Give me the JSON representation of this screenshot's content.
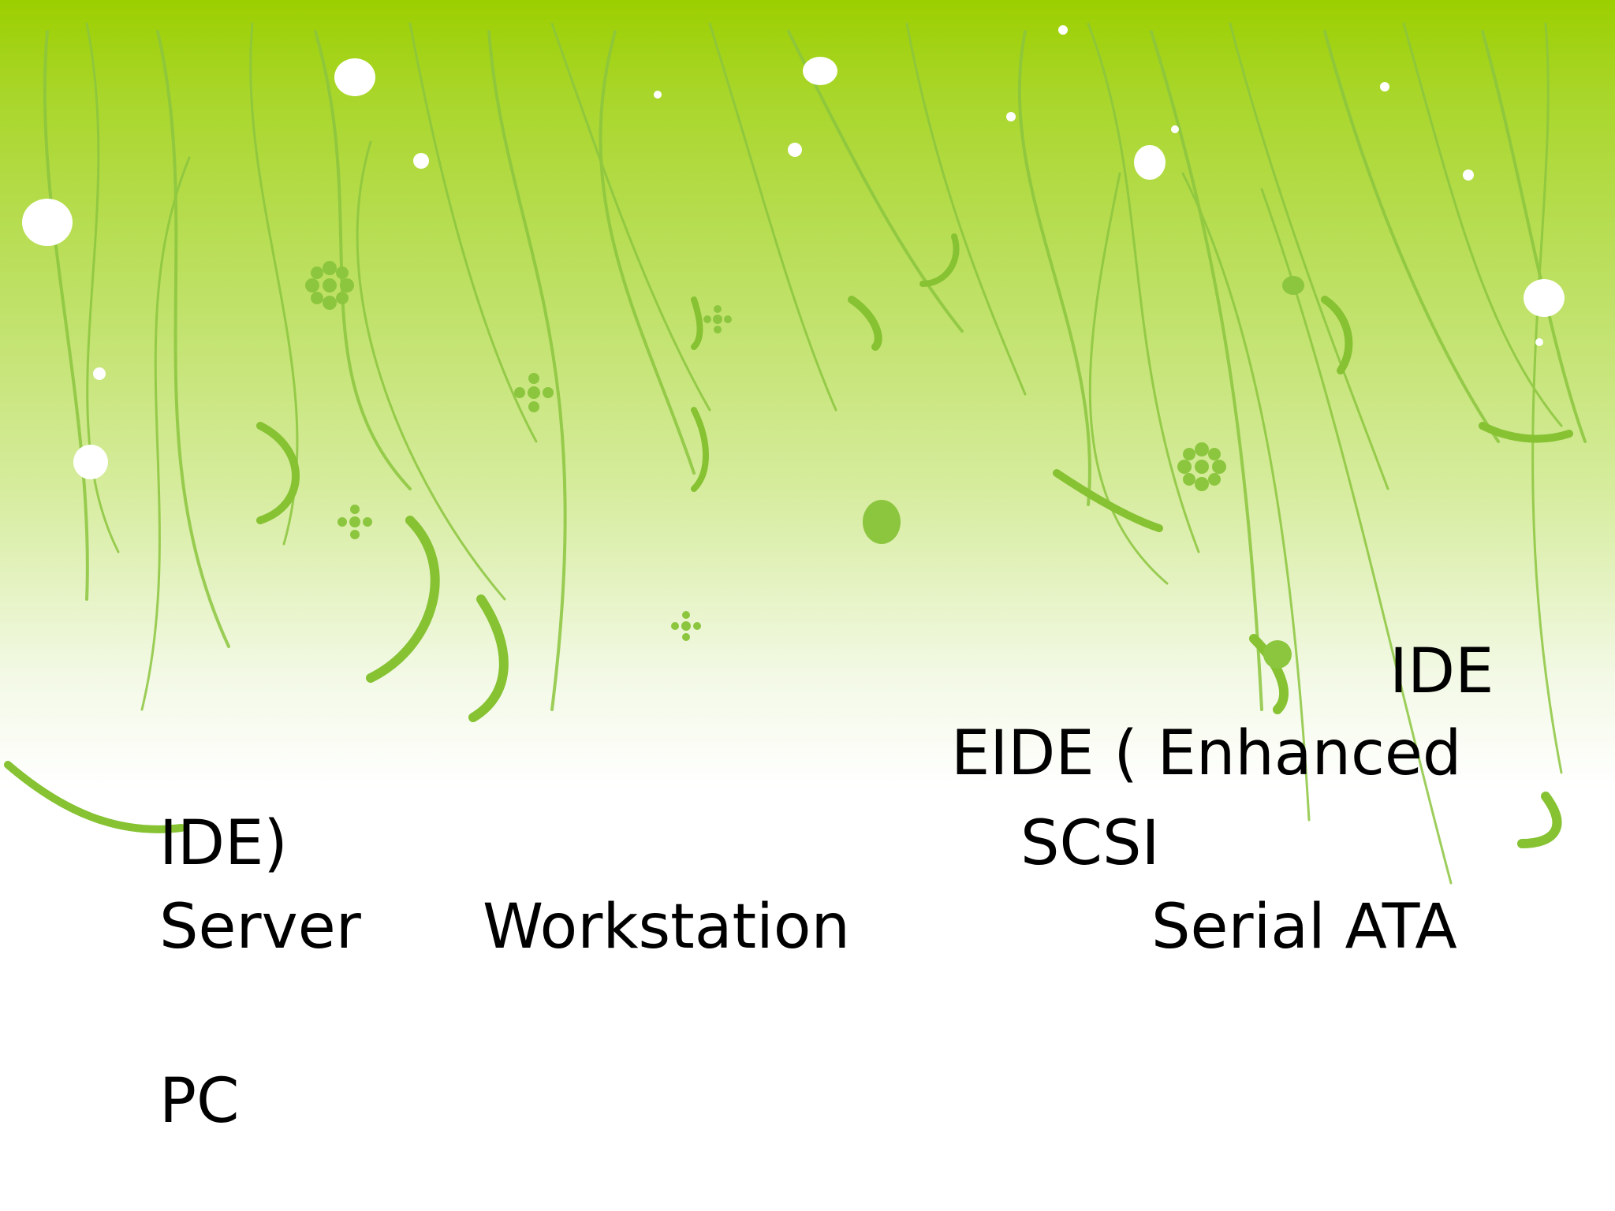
{
  "slide": {
    "lines": [
      "IDE",
      "EIDE ( Enhanced",
      "IDE)",
      "SCSI",
      "Server",
      "Workstation",
      "Serial ATA",
      "PC"
    ]
  },
  "colors": {
    "background_top": "#9ccf00",
    "vine": "#8cc63f",
    "text": "#000000"
  }
}
